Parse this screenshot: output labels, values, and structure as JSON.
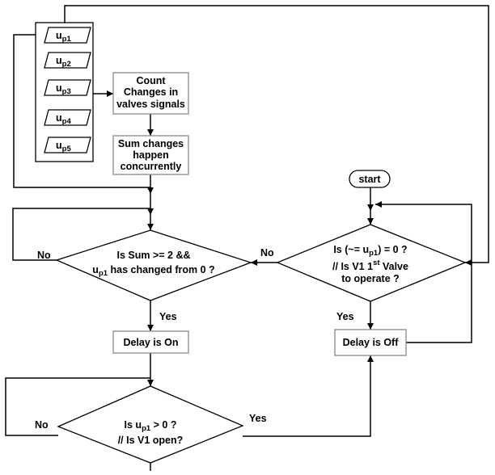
{
  "inputs": [
    {
      "main": "u",
      "sub": "p1"
    },
    {
      "main": "u",
      "sub": "p2"
    },
    {
      "main": "u",
      "sub": "p3"
    },
    {
      "main": "u",
      "sub": "p4"
    },
    {
      "main": "u",
      "sub": "p5"
    }
  ],
  "boxes": {
    "count": [
      "Count",
      "Changes in",
      "valves signals"
    ],
    "sum": [
      "Sum changes",
      "happen",
      "concurrently"
    ],
    "delay_on": "Delay is On",
    "delay_off": "Delay is Off"
  },
  "terminal": {
    "start": "start"
  },
  "decisions": {
    "d1": {
      "line1": "Is Sum >= 2 &&",
      "line2_u": "u",
      "line2_sub": "p1",
      "line2_rest": " has changed from 0 ?"
    },
    "d2": {
      "line1_pre": "Is (~= u",
      "line1_sub": "p1",
      "line1_post": ") = 0 ?",
      "line2_pre": "// Is V1 1",
      "line2_sup": "st",
      "line2_post": " Valve",
      "line3": "to operate ?"
    },
    "d3": {
      "line1_pre": "Is u",
      "line1_sub": "p1",
      "line1_post": " > 0 ?",
      "line2": "// Is V1 open?"
    }
  },
  "edge_labels": {
    "d1_no": "No",
    "d1_yes": "Yes",
    "d2_no": "No",
    "d2_yes": "Yes",
    "d3_no": "No",
    "d3_yes": "Yes"
  }
}
